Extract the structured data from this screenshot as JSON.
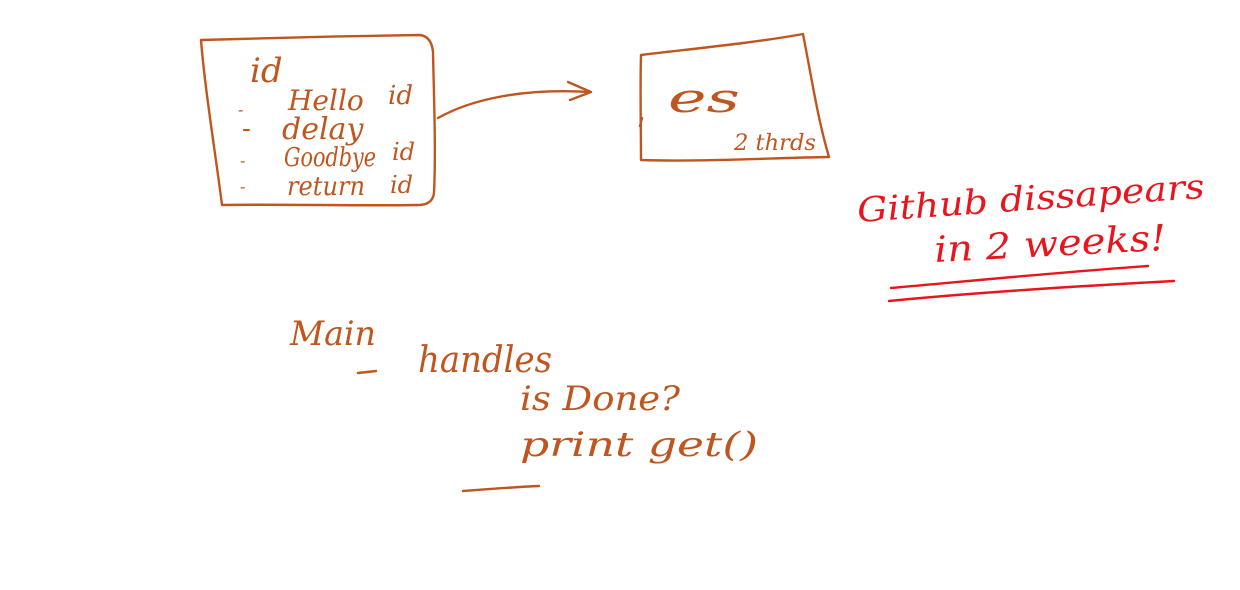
{
  "colors": {
    "orange_ink": "#c0561f",
    "red_ink": "#e8161c",
    "background": "#ffffff"
  },
  "left_box": {
    "header": "id",
    "rows": [
      {
        "bullet": "-",
        "text": "Hello",
        "suffix": "id"
      },
      {
        "bullet": "-",
        "text": "delay",
        "suffix": ""
      },
      {
        "bullet": "-",
        "text": "Goodbye",
        "suffix": "id"
      },
      {
        "bullet": "-",
        "text": "return",
        "suffix": "id"
      }
    ]
  },
  "right_box": {
    "text": "es",
    "subscript": "2 thrds"
  },
  "note": {
    "line1": "Github dissapears",
    "line2": "in 2 weeks!"
  },
  "main_block": {
    "title": "Main",
    "item": "handles",
    "line1": "is Done?",
    "line2": "print get()"
  }
}
